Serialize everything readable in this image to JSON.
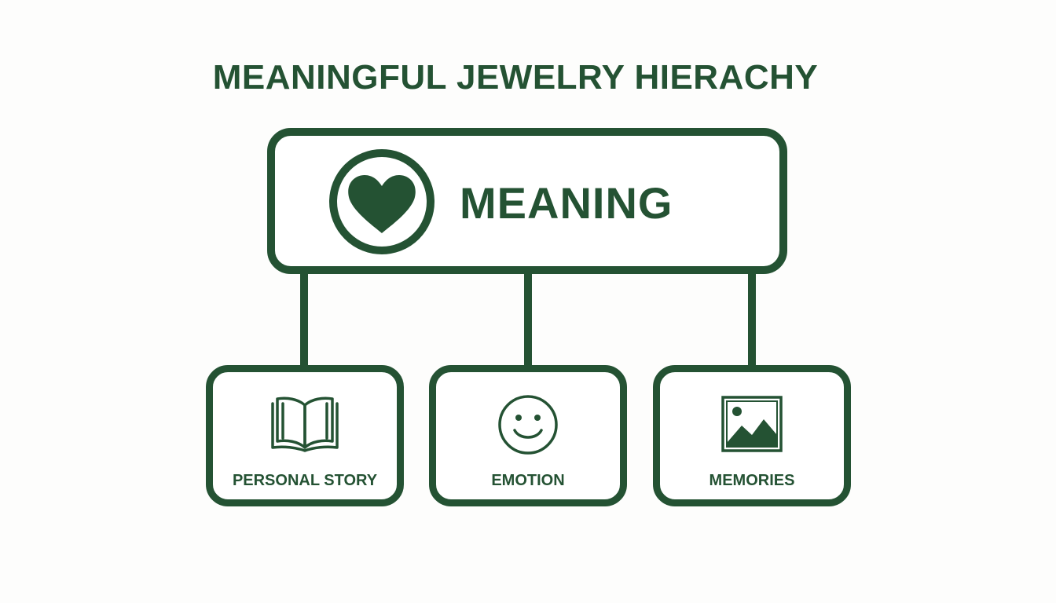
{
  "title": "MEANINGFUL JEWELRY HIERACHY",
  "colors": {
    "primary": "#245233",
    "background": "#fdfdfc",
    "box_fill": "#ffffff"
  },
  "root": {
    "label": "MEANING",
    "icon": "heart-icon"
  },
  "children": [
    {
      "label": "PERSONAL STORY",
      "icon": "open-book-icon"
    },
    {
      "label": "EMOTION",
      "icon": "smiley-face-icon"
    },
    {
      "label": "MEMORIES",
      "icon": "landscape-picture-icon"
    }
  ]
}
